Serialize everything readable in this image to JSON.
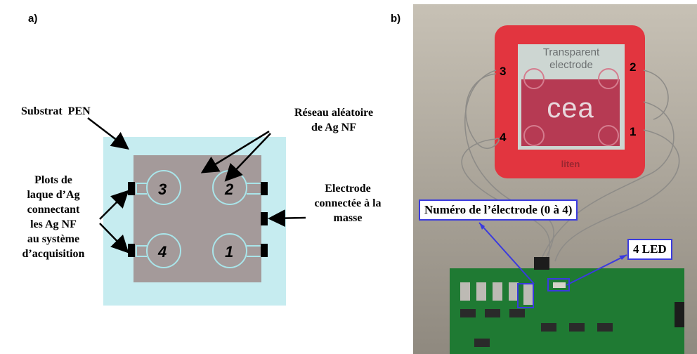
{
  "panels": {
    "a": "a)",
    "b": "b)"
  },
  "diagram": {
    "substrate_label": "Substrat  PEN",
    "network_label": [
      "Réseau aléatoire",
      "de Ag NF"
    ],
    "pads_label": [
      "Plots de",
      "laque d’Ag",
      "connectant",
      "les Ag NF",
      "au système",
      "d’acquisition"
    ],
    "ground_label": [
      "Electrode",
      "connectée à la",
      "masse"
    ],
    "electrode_numbers": [
      "3",
      "2",
      "4",
      "1"
    ]
  },
  "photo": {
    "sample_text": [
      "Transparent",
      "electrode"
    ],
    "logo_text": "cea",
    "bottom_text": "liten",
    "wire_numbers": [
      "3",
      "2",
      "4",
      "1"
    ],
    "callout_electrode": "Numéro de l’électrode (0 à 4)",
    "callout_led": "4 LED"
  },
  "colors": {
    "substrate": "#c6ecf0",
    "network": "#a49a9a",
    "pad": "#000000",
    "frame": "#e2353f",
    "pcb": "#1f7a33",
    "callout_border": "#3a3adf"
  }
}
